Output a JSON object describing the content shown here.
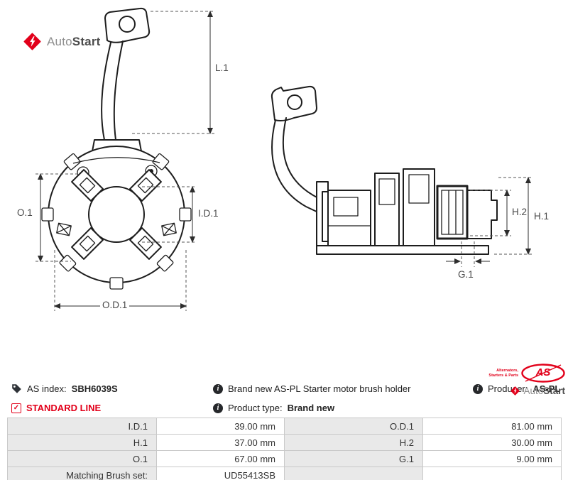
{
  "header": {
    "brand_first": "Auto",
    "brand_second": "Start"
  },
  "dims": {
    "l1": "L.1",
    "o1": "O.1",
    "id1": "I.D.1",
    "od1": "O.D.1",
    "h2": "H.2",
    "h1": "H.1",
    "g1": "G.1"
  },
  "info": {
    "as_index_label": "AS index:",
    "as_index_value": "SBH6039S",
    "standard_line": "STANDARD LINE",
    "description": "Brand new AS-PL Starter motor brush holder",
    "product_type_label": "Product type:",
    "product_type_value": "Brand new",
    "producer_label": "Producer:",
    "producer_value": "AS-PL"
  },
  "icons": {
    "info_glyph": "i",
    "check_glyph": "✓"
  },
  "aspl": {
    "as_text": "AS",
    "tagline1": "Alternators,",
    "tagline2": "Starters & Parts",
    "brand_first": "Auto",
    "brand_second": "Start"
  },
  "table": {
    "rows": [
      {
        "c0": "I.D.1",
        "c1": "39.00 mm",
        "c2": "O.D.1",
        "c3": "81.00 mm"
      },
      {
        "c0": "H.1",
        "c1": "37.00 mm",
        "c2": "H.2",
        "c3": "30.00 mm"
      },
      {
        "c0": "O.1",
        "c1": "67.00 mm",
        "c2": "G.1",
        "c3": "9.00 mm"
      },
      {
        "c0": "Matching Brush set:",
        "c1": "UD55413SB",
        "c2": "",
        "c3": ""
      }
    ]
  },
  "colors": {
    "accent": "#e2001a",
    "table_border": "#c9c9c9",
    "table_label_bg": "#e9e9e9",
    "drawing_line": "#1d1d1d"
  }
}
